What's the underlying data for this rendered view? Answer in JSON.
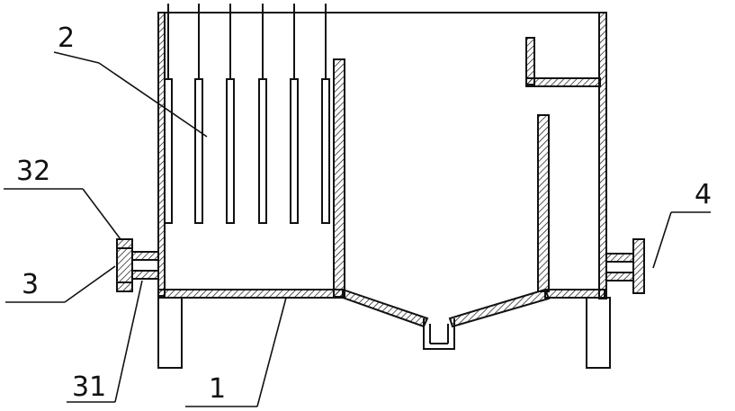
{
  "labels": {
    "l1": "1",
    "l2": "2",
    "l3": "3",
    "l4": "4",
    "l31": "31",
    "l32": "32"
  },
  "colors": {
    "stroke": "#111111",
    "hatch": "#111111",
    "background": "#ffffff"
  }
}
